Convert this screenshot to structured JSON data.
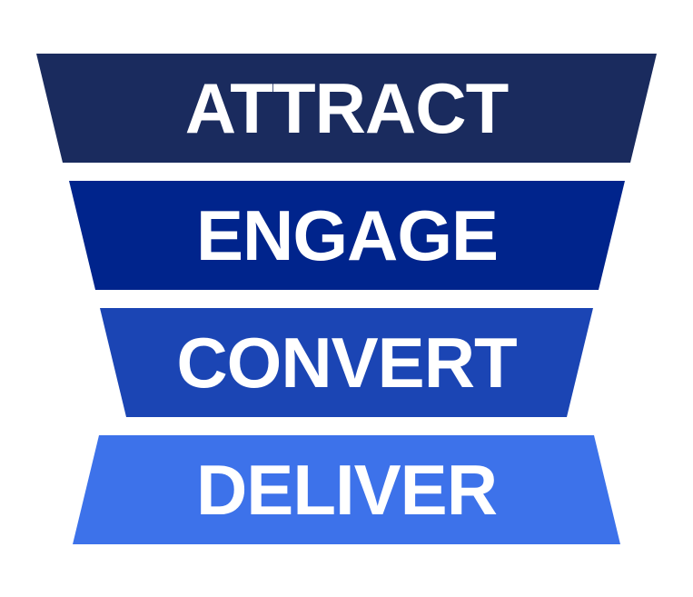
{
  "funnel": {
    "stages": [
      {
        "label": "ATTRACT",
        "color": "#1a2b5e"
      },
      {
        "label": "ENGAGE",
        "color": "#00248c"
      },
      {
        "label": "CONVERT",
        "color": "#1b45b4"
      },
      {
        "label": "DELIVER",
        "color": "#3d72ea"
      }
    ],
    "text_color": "#ffffff",
    "background": "#ffffff"
  }
}
